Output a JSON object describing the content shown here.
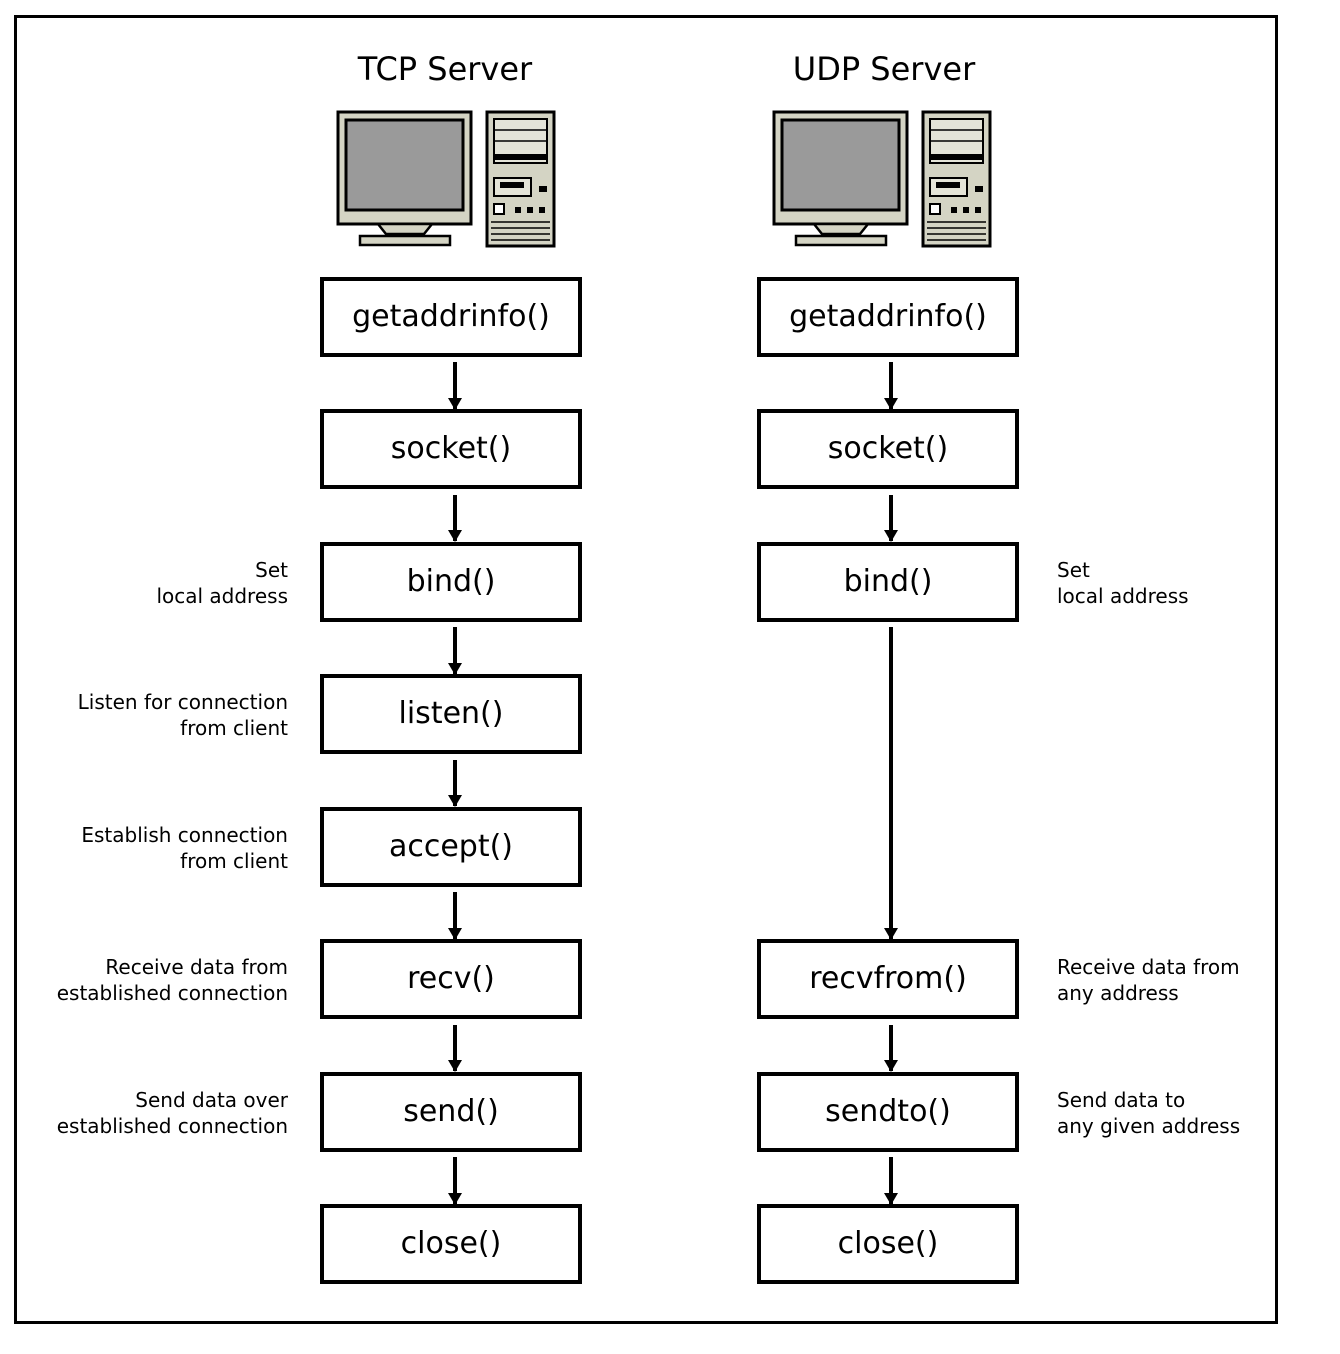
{
  "tcp": {
    "title": "TCP Server",
    "steps": [
      "getaddrinfo()",
      "socket()",
      "bind()",
      "listen()",
      "accept()",
      "recv()",
      "send()",
      "close()"
    ],
    "notes": {
      "bind": "Set\nlocal address",
      "listen": "Listen for connection\nfrom client",
      "accept": "Establish connection\nfrom client",
      "recv": "Receive data from\nestablished connection",
      "send": "Send data over\nestablished connection"
    }
  },
  "udp": {
    "title": "UDP Server",
    "steps": [
      "getaddrinfo()",
      "socket()",
      "bind()",
      "recvfrom()",
      "sendto()",
      "close()"
    ],
    "notes": {
      "bind": "Set\nlocal address",
      "recvfrom": "Receive data from\nany address",
      "sendto": "Send data to\nany given address"
    }
  },
  "icons": {
    "server": "computer-icon"
  }
}
